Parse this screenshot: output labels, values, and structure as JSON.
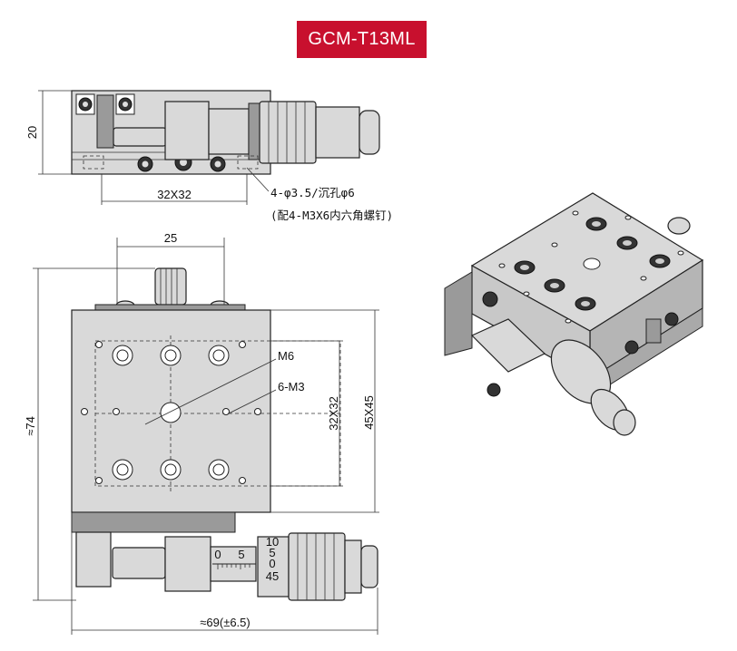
{
  "title": "GCM-T13ML",
  "colors": {
    "badge": "#c8102e",
    "body": "#d9d9d9",
    "dark": "#9a9a9a"
  },
  "side_view": {
    "height_dim": "20",
    "width_dim": "32X32",
    "note_line1": "4-φ3.5/沉孔φ6",
    "note_line2": "(配4-M3X6内六角螺钉)"
  },
  "top_view": {
    "dim_top": "25",
    "dim_left": "≈74",
    "dim_bottom": "≈69(±6.5)",
    "dim_inner": "32X32",
    "dim_outer": "45X45",
    "label_center": "M6",
    "label_holes": "6-M3",
    "scale_0": "0",
    "scale_5": "5",
    "thimble_marks": [
      "10",
      "5",
      "0",
      "45"
    ]
  }
}
